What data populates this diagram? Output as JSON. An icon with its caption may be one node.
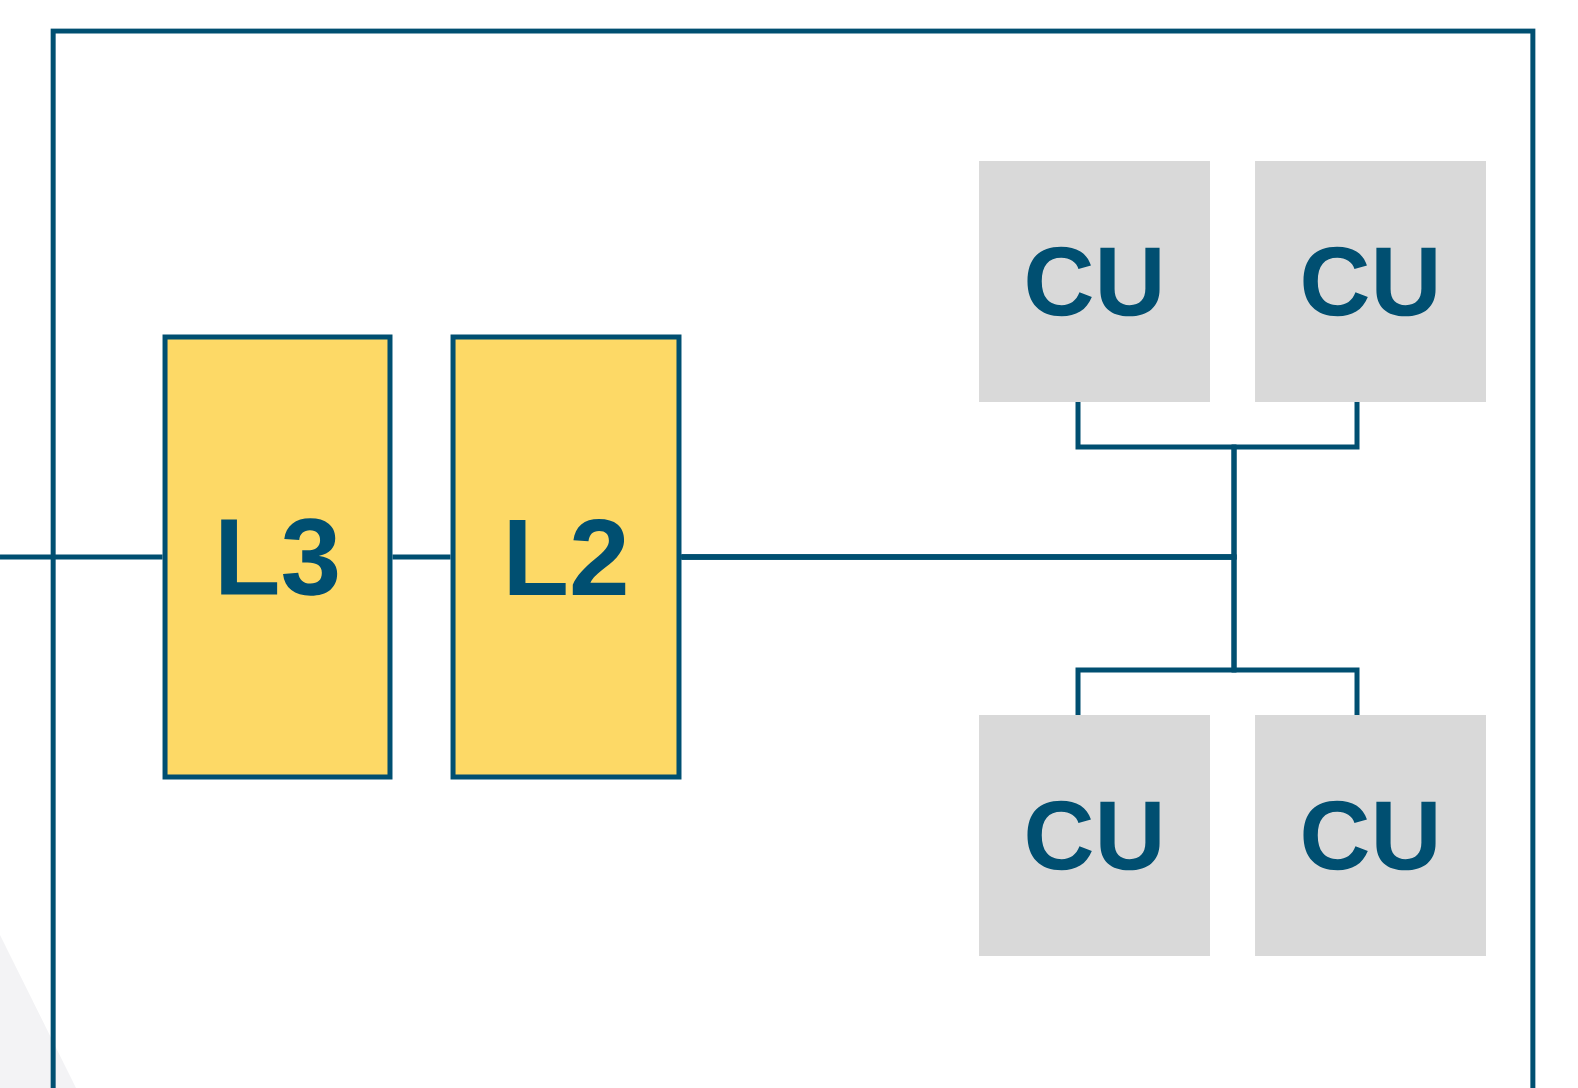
{
  "diagram": {
    "nodes": [
      {
        "text": [],
        "shape": "box"
      },
      {
        "text": [
          "L3"
        ],
        "in": 0
      },
      {
        "text": [
          "L2"
        ],
        "in": 0
      },
      {
        "text": [
          "CU"
        ],
        "in": 0
      },
      {
        "text": [
          "CU"
        ],
        "in": 0
      },
      {
        "text": [
          "CU"
        ],
        "in": 0
      },
      {
        "text": [
          "CU"
        ],
        "in": 0
      }
    ],
    "edges": [
      {
        "from": null,
        "to": 1,
        "arrow": "none"
      },
      {
        "from": 1,
        "to": 2,
        "arrow": "none"
      },
      {
        "from": 2,
        "to": 3,
        "arrow": "none"
      },
      {
        "from": 2,
        "to": 4,
        "arrow": "none"
      },
      {
        "from": 2,
        "to": 5,
        "arrow": "none"
      },
      {
        "from": 2,
        "to": 6,
        "arrow": "none"
      }
    ]
  }
}
